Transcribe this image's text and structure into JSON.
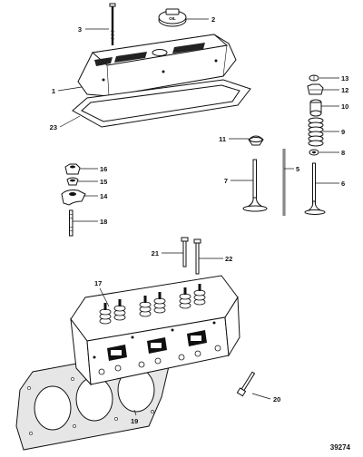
{
  "figure_number": "39274",
  "cap_label": "OIL",
  "callouts": {
    "c1": "1",
    "c2": "2",
    "c3": "3",
    "c5": "5",
    "c6": "6",
    "c7": "7",
    "c8": "8",
    "c9": "9",
    "c10": "10",
    "c11": "11",
    "c12": "12",
    "c13": "13",
    "c14": "14",
    "c15": "15",
    "c16": "16",
    "c17": "17",
    "c18": "18",
    "c19": "19",
    "c20": "20",
    "c21": "21",
    "c22": "22",
    "c23": "23"
  }
}
